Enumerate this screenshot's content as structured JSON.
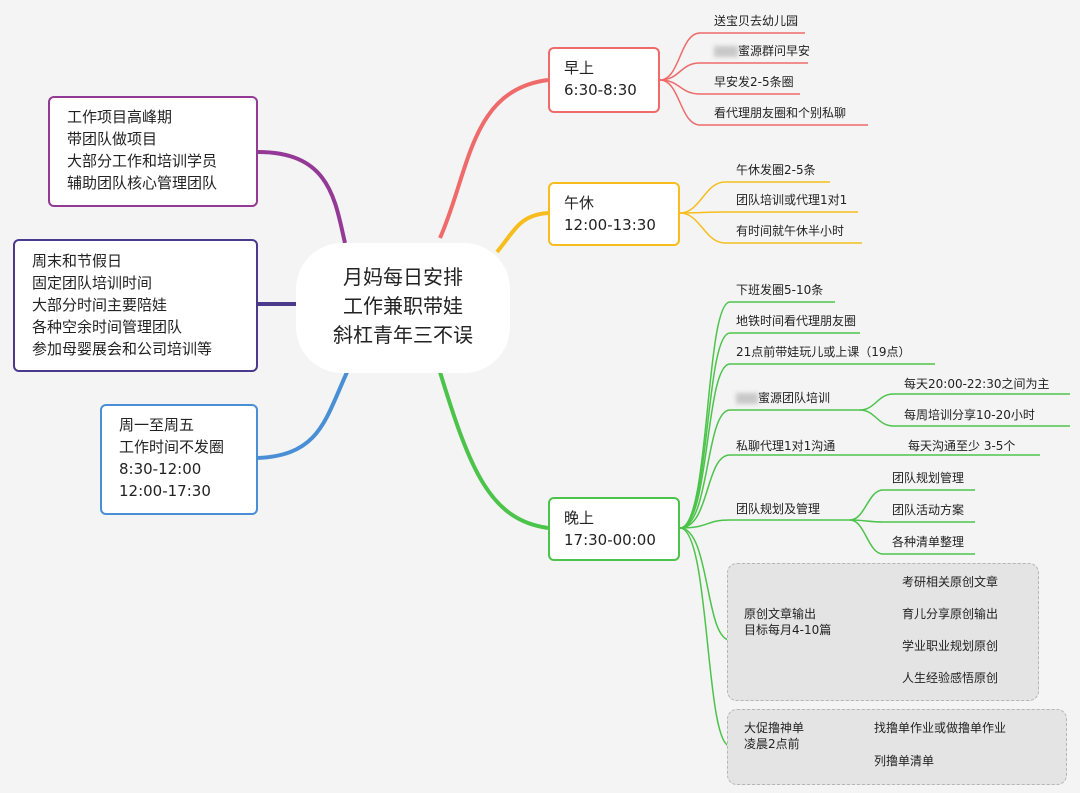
{
  "center": {
    "lines": [
      "月妈每日安排",
      "工作兼职带娃",
      "斜杠青年三不误"
    ]
  },
  "right": {
    "morning": {
      "title": [
        "早上",
        "6:30-8:30"
      ],
      "items": [
        "送宝贝去幼儿园",
        "蜜源群问早安",
        "早安发2-5条圈",
        "看代理朋友圈和个别私聊"
      ]
    },
    "noon": {
      "title": [
        "午休",
        "12:00-13:30"
      ],
      "items": [
        "午休发圈2-5条",
        "团队培训或代理1对1",
        "有时间就午休半小时"
      ]
    },
    "evening": {
      "title": [
        "晚上",
        "17:30-00:00"
      ],
      "items": [
        "下班发圈5-10条",
        "地铁时间看代理朋友圈",
        "21点前带娃玩儿或上课（19点）"
      ],
      "training": {
        "label": "蜜源团队培训",
        "subs": [
          "每天20:00-22:30之间为主",
          "每周培训分享10-20小时"
        ]
      },
      "private": {
        "label": "私聊代理1对1沟通",
        "sub": "每天沟通至少 3-5个"
      },
      "planning": {
        "label": "团队规划及管理",
        "subs": [
          "团队规划管理",
          "团队活动方案",
          "各种清单整理"
        ]
      },
      "writing": {
        "label": [
          "原创文章输出",
          "目标每月4-10篇"
        ],
        "subs": [
          "考研相关原创文章",
          "育儿分享原创输出",
          "学业职业规划原创",
          "人生经验感悟原创"
        ]
      },
      "promo": {
        "label": [
          "大促撸神单",
          "凌晨2点前"
        ],
        "subs": [
          "找撸单作业或做撸单作业",
          "列撸单清单"
        ]
      }
    }
  },
  "left": {
    "peak": [
      "工作项目高峰期",
      "带团队做项目",
      "大部分工作和培训学员",
      "辅助团队核心管理团队"
    ],
    "weekend": [
      "周末和节假日",
      "固定团队培训时间",
      "大部分时间主要陪娃",
      "各种空余时间管理团队",
      "参加母婴展会和公司培训等"
    ],
    "weekday": [
      "周一至周五",
      "工作时间不发圈",
      "8:30-12:00",
      "12:00-17:30"
    ]
  },
  "colors": {
    "morning": "#ef6a6a",
    "noon": "#f7bd1e",
    "evening": "#4cc34a",
    "peak": "#943a96",
    "weekend": "#4b3a8c",
    "weekday": "#4a8fd6"
  }
}
